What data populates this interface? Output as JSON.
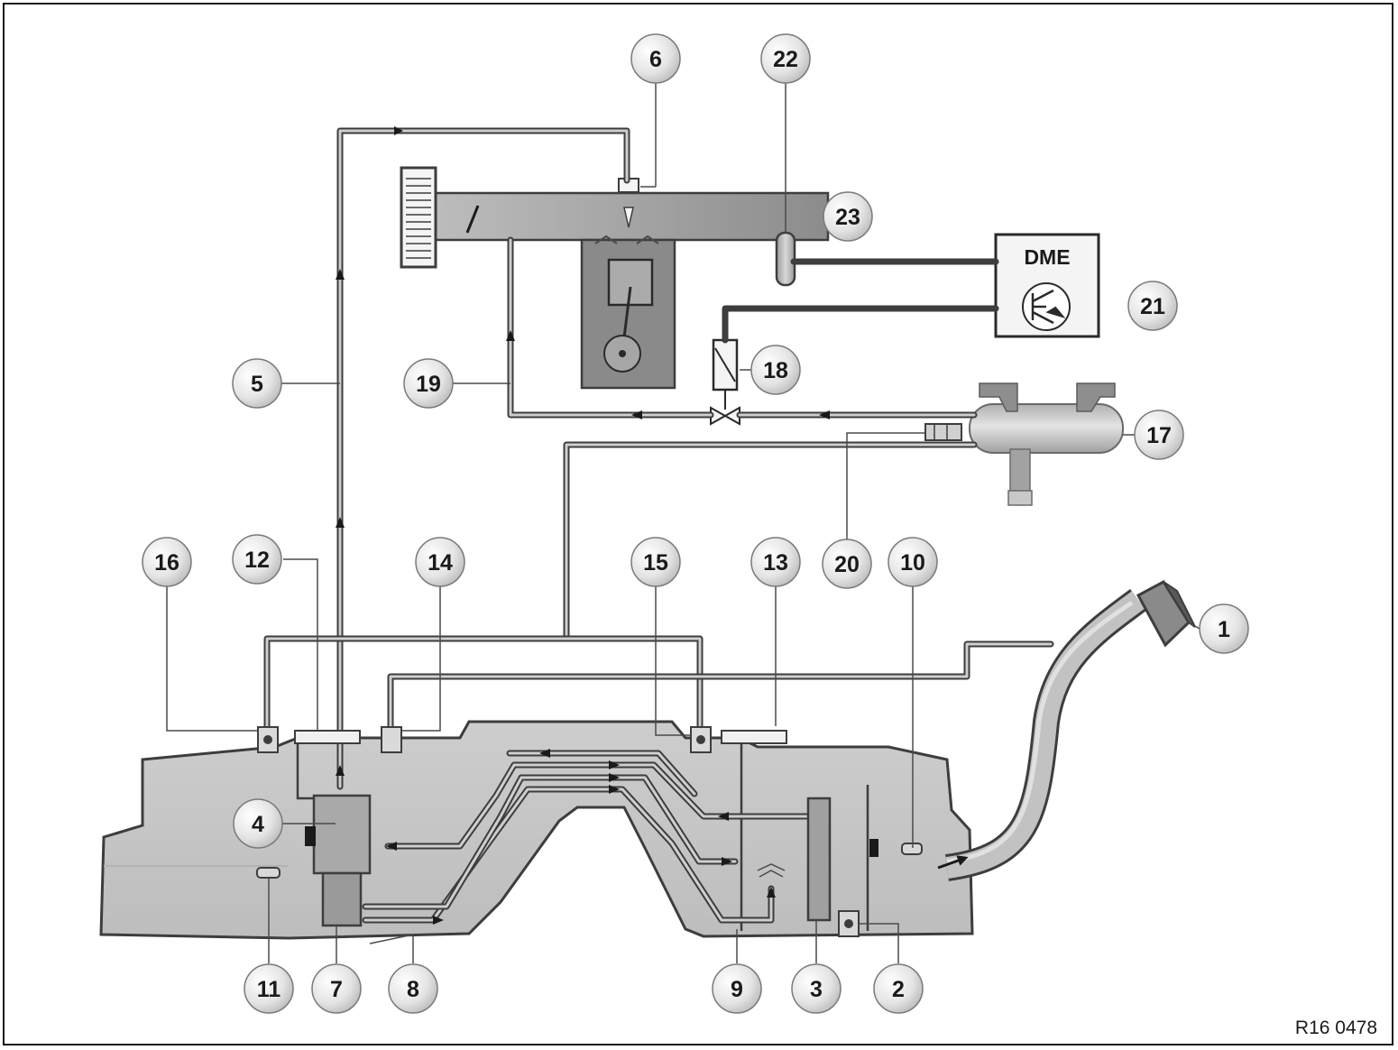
{
  "callouts": [
    {
      "id": "1",
      "label": "1"
    },
    {
      "id": "2",
      "label": "2"
    },
    {
      "id": "3",
      "label": "3"
    },
    {
      "id": "4",
      "label": "4"
    },
    {
      "id": "5",
      "label": "5"
    },
    {
      "id": "6",
      "label": "6"
    },
    {
      "id": "7",
      "label": "7"
    },
    {
      "id": "8",
      "label": "8"
    },
    {
      "id": "9",
      "label": "9"
    },
    {
      "id": "10",
      "label": "10"
    },
    {
      "id": "11",
      "label": "11"
    },
    {
      "id": "12",
      "label": "12"
    },
    {
      "id": "13",
      "label": "13"
    },
    {
      "id": "14",
      "label": "14"
    },
    {
      "id": "15",
      "label": "15"
    },
    {
      "id": "16",
      "label": "16"
    },
    {
      "id": "17",
      "label": "17"
    },
    {
      "id": "18",
      "label": "18"
    },
    {
      "id": "19",
      "label": "19"
    },
    {
      "id": "20",
      "label": "20"
    },
    {
      "id": "21",
      "label": "21"
    },
    {
      "id": "22",
      "label": "22"
    },
    {
      "id": "23",
      "label": "23"
    }
  ],
  "control_unit_label": "DME",
  "reference_code": "R16 0478",
  "colors": {
    "tank_fill": "#c4c4c4",
    "pipe": "#3d3d3d",
    "callout_fill": "#e6e6e6"
  }
}
